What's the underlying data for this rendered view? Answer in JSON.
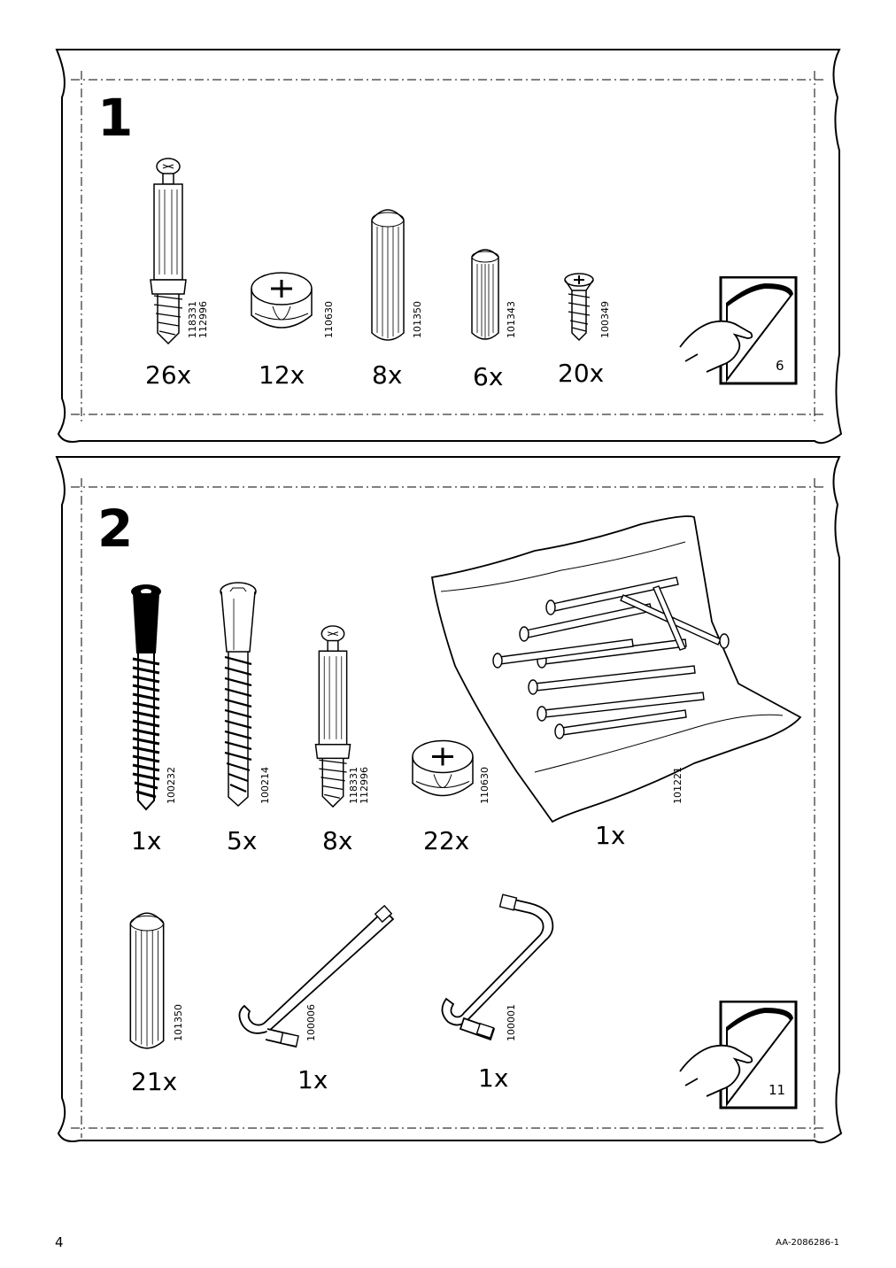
{
  "sections": [
    {
      "step": "1",
      "page_ref": "6",
      "items": [
        {
          "codes": [
            "118331",
            "112996"
          ],
          "qty": "26x",
          "icon": "cam-lock-dowel-icon"
        },
        {
          "codes": [
            "110630"
          ],
          "qty": "12x",
          "icon": "cam-lock-nut-icon"
        },
        {
          "codes": [
            "101350"
          ],
          "qty": "8x",
          "icon": "wooden-dowel-icon"
        },
        {
          "codes": [
            "101343"
          ],
          "qty": "6x",
          "icon": "small-wooden-dowel-icon"
        },
        {
          "codes": [
            "100349"
          ],
          "qty": "20x",
          "icon": "short-screw-icon"
        }
      ]
    },
    {
      "step": "2",
      "page_ref": "11",
      "items": [
        {
          "codes": [
            "100232"
          ],
          "qty": "1x",
          "icon": "black-long-screw-icon"
        },
        {
          "codes": [
            "100214"
          ],
          "qty": "5x",
          "icon": "hex-socket-screw-icon"
        },
        {
          "codes": [
            "118331",
            "112996"
          ],
          "qty": "8x",
          "icon": "cam-lock-dowel-icon"
        },
        {
          "codes": [
            "110630"
          ],
          "qty": "22x",
          "icon": "cam-lock-nut-icon"
        },
        {
          "codes": [
            "101221"
          ],
          "qty": "1x",
          "icon": "bag-of-nails-icon"
        },
        {
          "codes": [
            "101350"
          ],
          "qty": "21x",
          "icon": "wooden-dowel-icon"
        },
        {
          "codes": [
            "100006"
          ],
          "qty": "1x",
          "icon": "large-allen-key-icon"
        },
        {
          "codes": [
            "100001"
          ],
          "qty": "1x",
          "icon": "small-allen-key-icon"
        }
      ]
    }
  ],
  "footer": {
    "page_number": "4",
    "doc_id": "AA-2086286-1"
  }
}
